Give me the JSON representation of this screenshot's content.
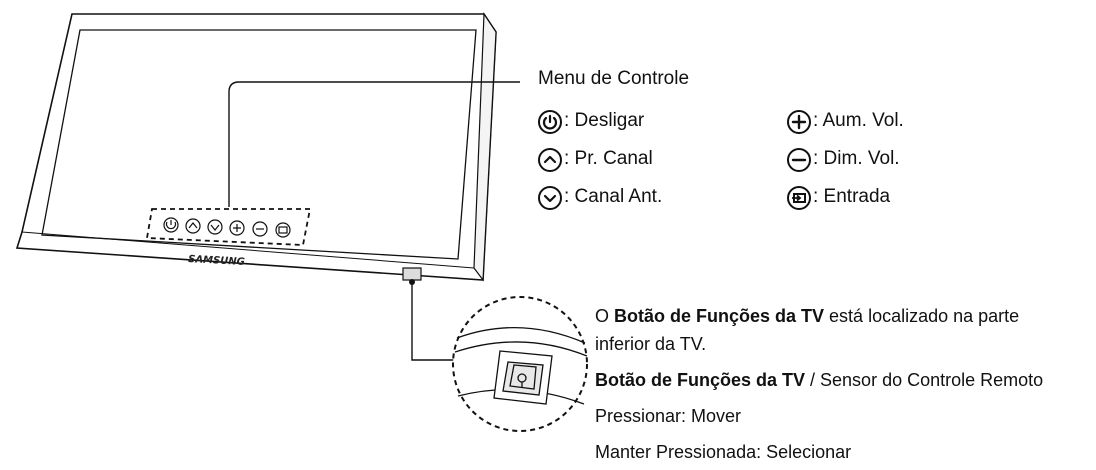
{
  "brand_logo": "SAMSUNG",
  "control_menu": {
    "title": "Menu de Controle",
    "left_items": [
      {
        "icon": "power-icon",
        "label": ": Desligar"
      },
      {
        "icon": "chevron-up-icon",
        "label": ": Pr. Canal"
      },
      {
        "icon": "chevron-down-icon",
        "label": ": Canal Ant."
      }
    ],
    "right_items": [
      {
        "icon": "plus-icon",
        "label": ": Aum. Vol."
      },
      {
        "icon": "minus-icon",
        "label": ": Dim. Vol."
      },
      {
        "icon": "source-input-icon",
        "label": ": Entrada"
      }
    ]
  },
  "function_button_info": {
    "line1_prefix": "O ",
    "line1_bold": "Botão de Funções da TV",
    "line1_suffix": " está localizado na parte",
    "line2": "inferior da TV.",
    "line3_bold": "Botão de Funções da TV",
    "line3_suffix": " / Sensor do Controle Remoto",
    "line4": "Pressionar: Mover",
    "line5": "Manter Pressionada: Selecionar"
  },
  "colors": {
    "line": "#111111",
    "background": "#ffffff"
  }
}
